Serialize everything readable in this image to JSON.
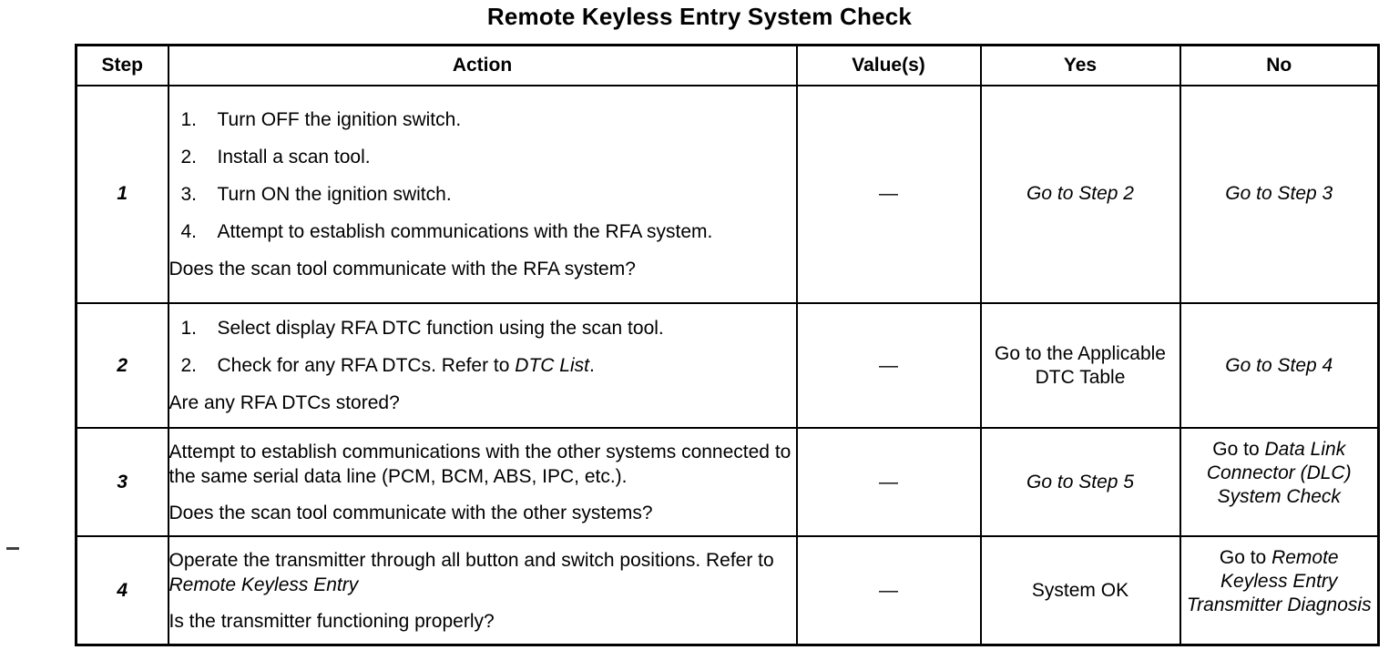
{
  "document": {
    "title": "Remote Keyless Entry System Check"
  },
  "table": {
    "headers": {
      "step": "Step",
      "action": "Action",
      "value": "Value(s)",
      "yes": "Yes",
      "no": "No"
    },
    "rows": [
      {
        "step": "1",
        "action": {
          "numbered": [
            {
              "num": "1.",
              "text": "Turn OFF the ignition switch."
            },
            {
              "num": "2.",
              "text": "Install a scan tool."
            },
            {
              "num": "3.",
              "text": "Turn ON the ignition switch."
            },
            {
              "num": "4.",
              "text": "Attempt to establish communications with the RFA system."
            }
          ],
          "question": "Does the scan tool communicate with the RFA system?"
        },
        "value": "—",
        "yes": "Go to Step 2",
        "no": "Go to Step 3"
      },
      {
        "step": "2",
        "action": {
          "numbered": [
            {
              "num": "1.",
              "text": "Select display RFA DTC function using the scan tool."
            },
            {
              "num": "2.",
              "text_prefix": "Check for any RFA DTCs. Refer to ",
              "text_italic": "DTC List",
              "text_suffix": "."
            }
          ],
          "question": "Are any RFA DTCs stored?"
        },
        "value": "—",
        "yes": "Go to the Applicable DTC Table",
        "no": "Go to Step 4"
      },
      {
        "step": "3",
        "action": {
          "paragraph": "Attempt to establish communications with the other systems connected to the same serial data line (PCM, BCM, ABS, IPC, etc.).",
          "question": "Does the scan tool communicate with the other systems?"
        },
        "value": "—",
        "yes": "Go to Step 5",
        "no_prefix": "Go to ",
        "no_italic": "Data Link Connector (DLC) System Check"
      },
      {
        "step": "4",
        "action": {
          "paragraph_prefix": "Operate the transmitter through all button and switch positions. Refer to ",
          "paragraph_italic": "Remote Keyless Entry",
          "question": "Is the transmitter functioning properly?"
        },
        "value": "—",
        "yes": "System OK",
        "no_prefix": "Go to ",
        "no_italic": "Remote Keyless Entry Transmitter Diagnosis"
      }
    ]
  }
}
